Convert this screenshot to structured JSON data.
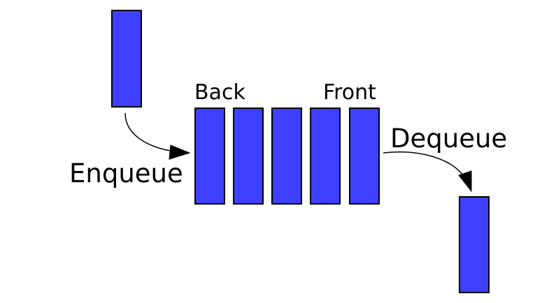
{
  "colors": {
    "element_fill": "#3f3fff",
    "element_stroke": "#000000",
    "background": "#ffffff"
  },
  "labels": {
    "back": "Back",
    "front": "Front",
    "enqueue": "Enqueue",
    "dequeue": "Dequeue"
  },
  "queue": {
    "element_count": 5
  }
}
